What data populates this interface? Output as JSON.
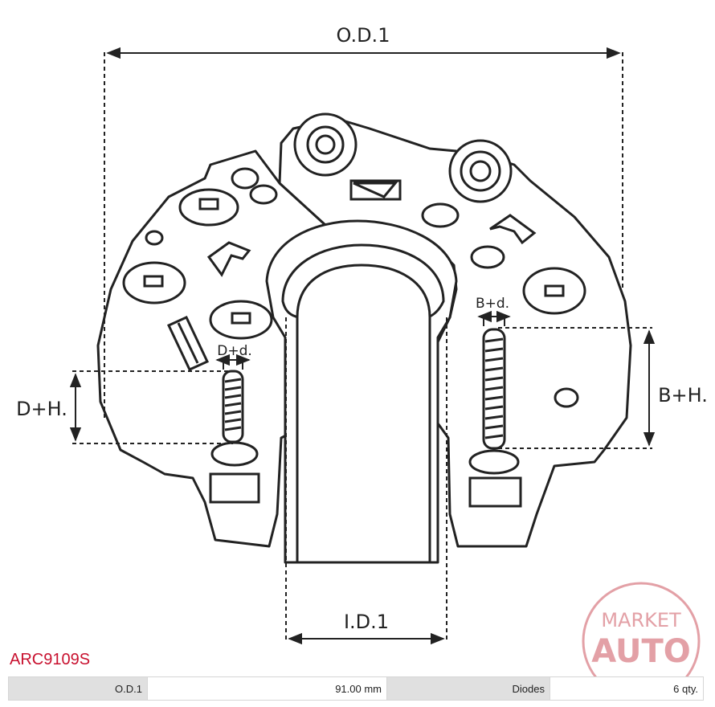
{
  "dimensions": {
    "od1": "O.D.1",
    "id1": "I.D.1",
    "dh": "D+H.",
    "bh": "B+H.",
    "dd": "D+d.",
    "bd": "B+d."
  },
  "part_code": "ARC9109S",
  "specs": [
    {
      "label": "O.D.1",
      "value": "91.00 mm"
    },
    {
      "label": "Diodes",
      "value": "6 qty."
    }
  ],
  "logo": {
    "line1": "MARKET",
    "line2": "AUTO",
    "color": "#e3a0a6"
  },
  "colors": {
    "part_code": "#c8102e",
    "lines": "#222222"
  }
}
